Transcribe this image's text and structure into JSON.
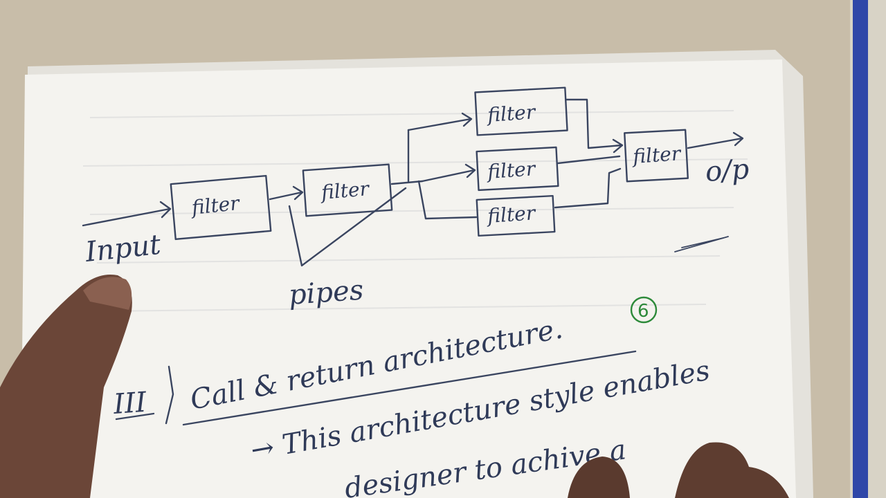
{
  "diagram": {
    "input_label": "Input",
    "pipes_label": "pipes",
    "output_label": "o/p",
    "filters": [
      "filter",
      "filter",
      "filter",
      "filter",
      "filter",
      "filter"
    ]
  },
  "notes": {
    "section_number": "III",
    "page_marker": "6",
    "heading": "Call & return architecture.",
    "line1": "→ This architecture style enables",
    "line2": "designer to achive a"
  }
}
